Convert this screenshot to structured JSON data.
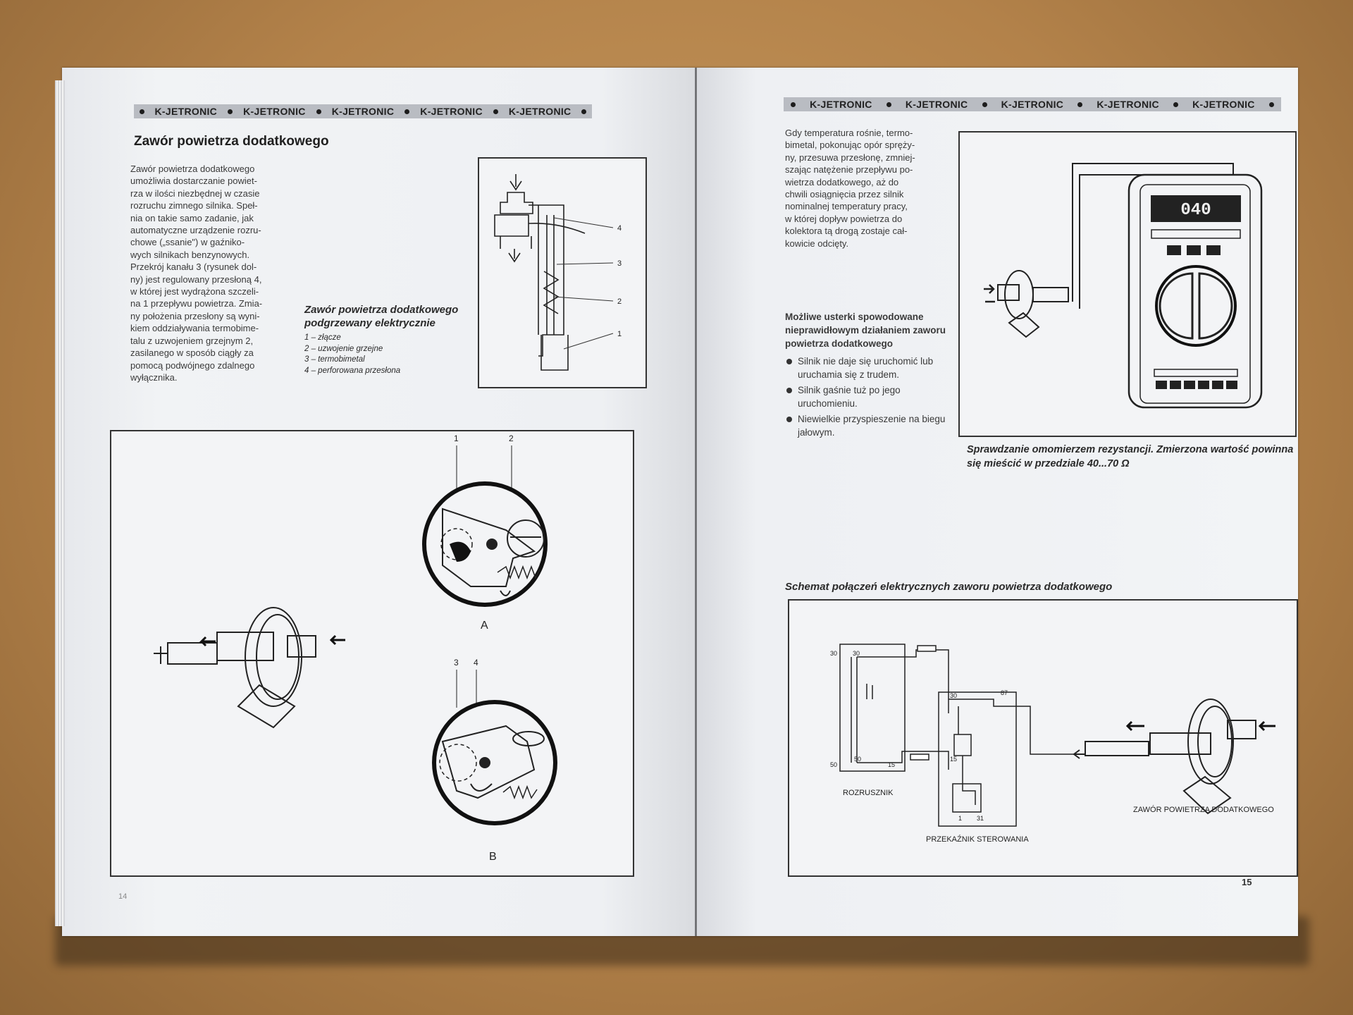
{
  "header": {
    "label": "K-JETRONIC",
    "left_items": [
      "K-JETRONIC",
      "K-JETRONIC",
      "K-JETRONIC",
      "K-JETRONIC",
      "K-JETRONIC"
    ],
    "right_items": [
      "K-JETRONIC",
      "K-JETRONIC",
      "K-JETRONIC",
      "K-JETRONIC",
      "K-JETRONIC"
    ]
  },
  "left_page": {
    "title": "Zawór powietrza dodatkowego",
    "body_lines": [
      "Zawór powietrza dodatkowego",
      "umożliwia dostarczanie powiet-",
      "rza w ilości niezbędnej w czasie",
      "rozruchu zimnego silnika. Speł-",
      "nia on takie samo zadanie, jak",
      "automatyczne urządzenie rozru-",
      "chowe („ssanie\") w gaźniko-",
      "wych silnikach benzynowych.",
      "Przekrój kanału 3 (rysunek dol-",
      "ny) jest regulowany przesłoną 4,",
      "w której jest wydrążona szczeli-",
      "na 1 przepływu powietrza. Zmia-",
      "ny położenia przesłony są wyni-",
      "kiem oddziaływania termobime-",
      "talu z uzwojeniem grzejnym 2,",
      "zasilanego w sposób ciągły za",
      "pomocą podwójnego zdalnego",
      "wyłącznika."
    ],
    "caption_title": "Zawór powietrza dodatkowego podgrzewany elektrycznie",
    "caption_items": [
      "1 – złącze",
      "2 – uzwojenie grzejne",
      "3 – termobimetal",
      "4 – perforowana przesłona"
    ],
    "section_numbers": [
      "4",
      "3",
      "2",
      "1"
    ],
    "bottom_labels": {
      "n1": "1",
      "n2": "2",
      "n3": "3",
      "n4": "4",
      "a": "A",
      "b": "B"
    },
    "page_number": "14"
  },
  "right_page": {
    "body_lines": [
      "Gdy temperatura rośnie, termo-",
      "bimetal, pokonując opór spręży-",
      "ny, przesuwa przesłonę, zmniej-",
      "szając natężenie przepływu po-",
      "wietrza dodatkowego, aż do",
      "chwili osiągnięcia przez silnik",
      "nominalnej temperatury pracy,",
      "w której dopływ powietrza do",
      "kolektora tą drogą zostaje cał-",
      "kowicie odcięty."
    ],
    "faults_title": "Możliwe usterki spowodowane nieprawidłowym działaniem zaworu powietrza dodatkowego",
    "faults": [
      "Silnik nie daje się uruchomić lub uruchamia się z trudem.",
      "Silnik gaśnie tuż po jego uruchomieniu.",
      "Niewielkie przyspieszenie na biegu jałowym."
    ],
    "meter_display": "040",
    "meter_caption": "Sprawdzanie omomierzem rezystancji. Zmierzona wartość powinna się mieścić w przedziale 40...70 Ω",
    "schema_title": "Schemat połączeń elektrycznych zaworu powietrza dodatkowego",
    "schema_labels": {
      "starter": "ROZRUSZNIK",
      "relay": "PRZEKAŹNIK STEROWANIA",
      "valve": "ZAWÓR POWIETRZA DODATKOWEGO",
      "t30a": "30",
      "t30b": "30",
      "t30c": "30",
      "t87": "87",
      "t50a": "50",
      "t50b": "50",
      "t15a": "15",
      "t15b": "15",
      "t1": "1",
      "t31": "31"
    },
    "page_number": "15"
  }
}
